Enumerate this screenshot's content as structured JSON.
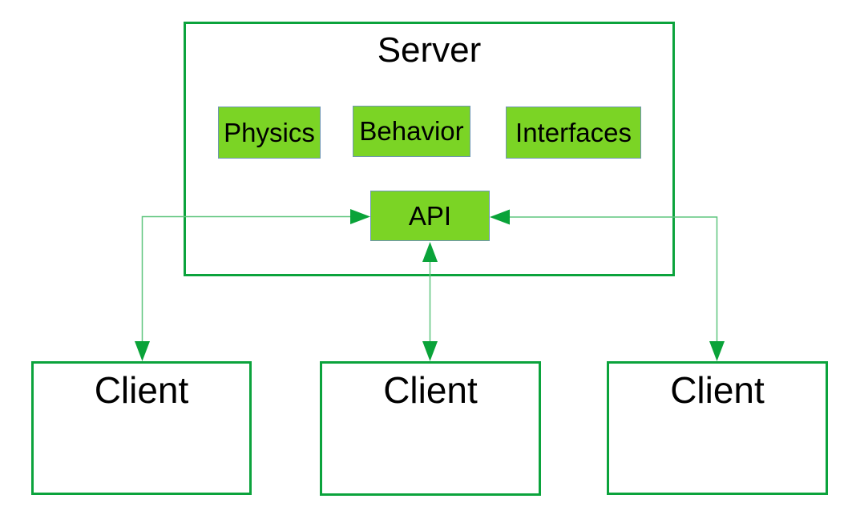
{
  "diagram": {
    "title": "Server / Client architecture diagram",
    "server": {
      "label": "Server",
      "modules": [
        {
          "label": "Physics"
        },
        {
          "label": "Behavior"
        },
        {
          "label": "Interfaces"
        }
      ],
      "api": {
        "label": "API"
      }
    },
    "clients": [
      {
        "label": "Client"
      },
      {
        "label": "Client"
      },
      {
        "label": "Client"
      }
    ],
    "connections": [
      {
        "from": "Client 1",
        "to": "API",
        "arrow_into_api": true,
        "arrow_into_client": true
      },
      {
        "from": "Client 2",
        "to": "API",
        "arrow_into_api": true,
        "arrow_into_client": true
      },
      {
        "from": "Client 3",
        "to": "API",
        "arrow_into_api": true,
        "arrow_into_client": true
      }
    ],
    "colors": {
      "background": "#ffffff",
      "outline_green": "#0ba33c",
      "module_fill": "#7bd425",
      "module_border": "#6e95b5",
      "connector_line": "#5fc57e",
      "arrowhead_fill": "#0aa339",
      "text": "#000000"
    }
  }
}
